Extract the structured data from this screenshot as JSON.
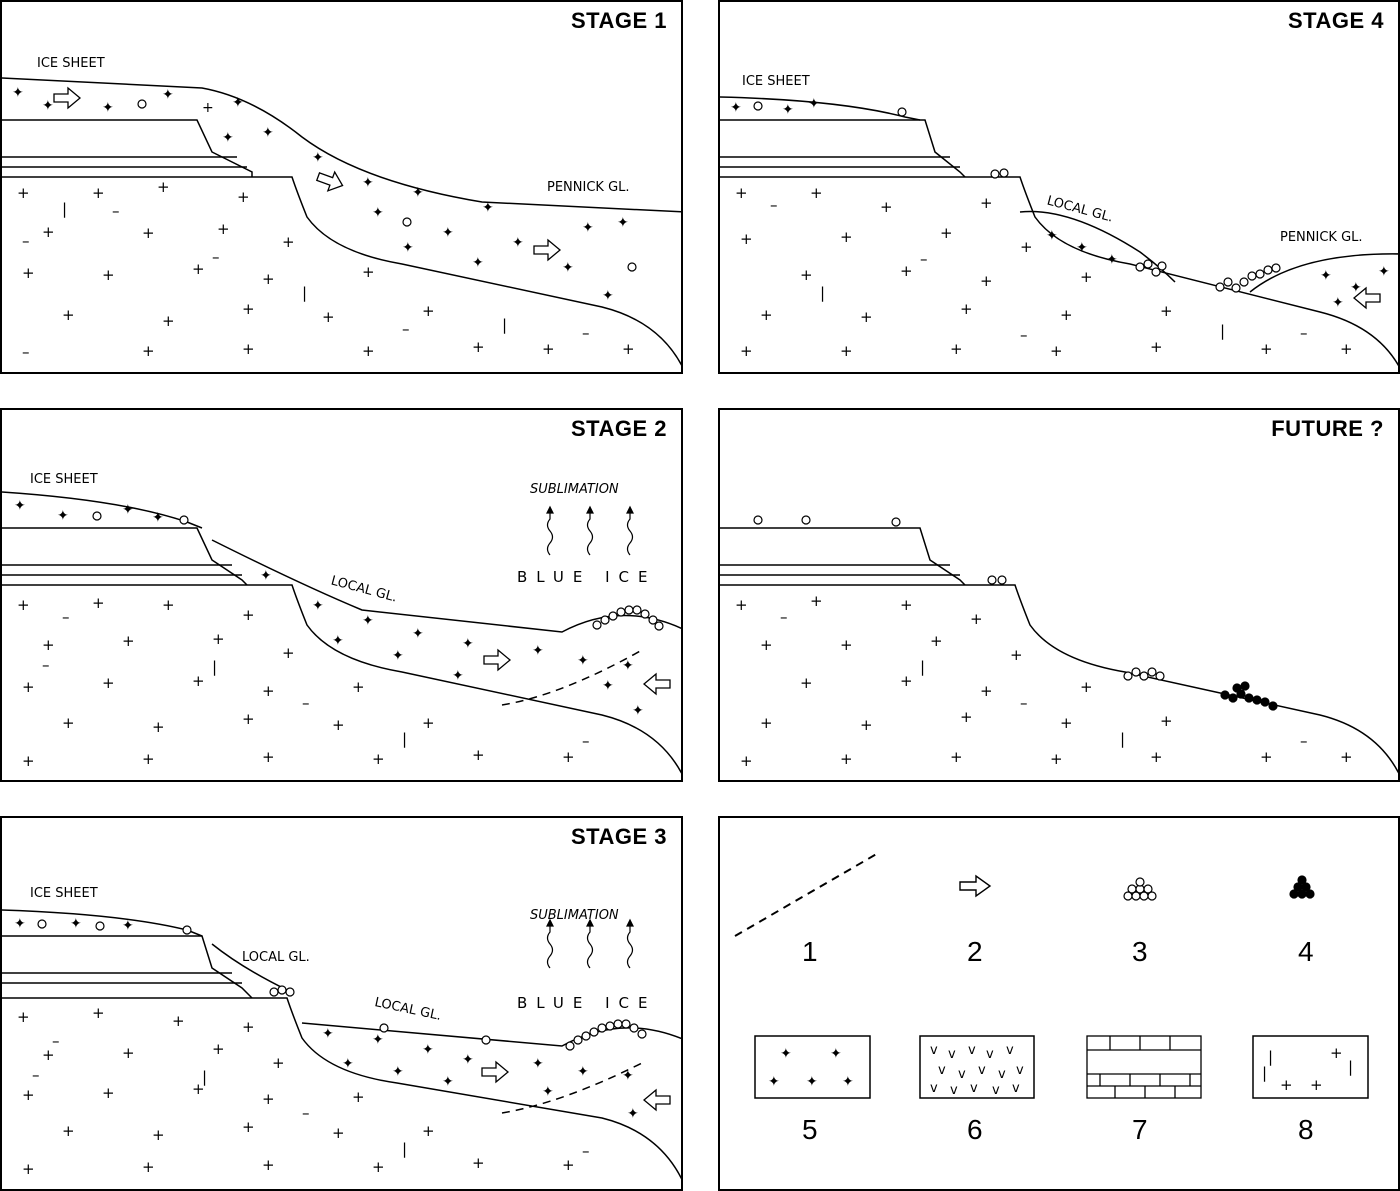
{
  "panels": {
    "stage1": {
      "title": "STAGE 1",
      "ice_sheet": "ICE SHEET",
      "pennick": "PENNICK GL."
    },
    "stage4": {
      "title": "STAGE 4",
      "ice_sheet": "ICE SHEET",
      "local": "LOCAL GL.",
      "pennick": "PENNICK GL."
    },
    "stage2": {
      "title": "STAGE 2",
      "ice_sheet": "ICE SHEET",
      "sublimation": "SUBLIMATION",
      "blue_ice": "BLUE ICE",
      "local": "LOCAL GL."
    },
    "future": {
      "title": "FUTURE ?"
    },
    "stage3": {
      "title": "STAGE 3",
      "ice_sheet": "ICE SHEET",
      "local_upper": "LOCAL GL.",
      "sublimation": "SUBLIMATION",
      "blue_ice": "BLUE ICE",
      "local_lower": "LOCAL GL."
    }
  },
  "legend": {
    "items": [
      "1",
      "2",
      "3",
      "4",
      "5",
      "6",
      "7",
      "8"
    ]
  }
}
